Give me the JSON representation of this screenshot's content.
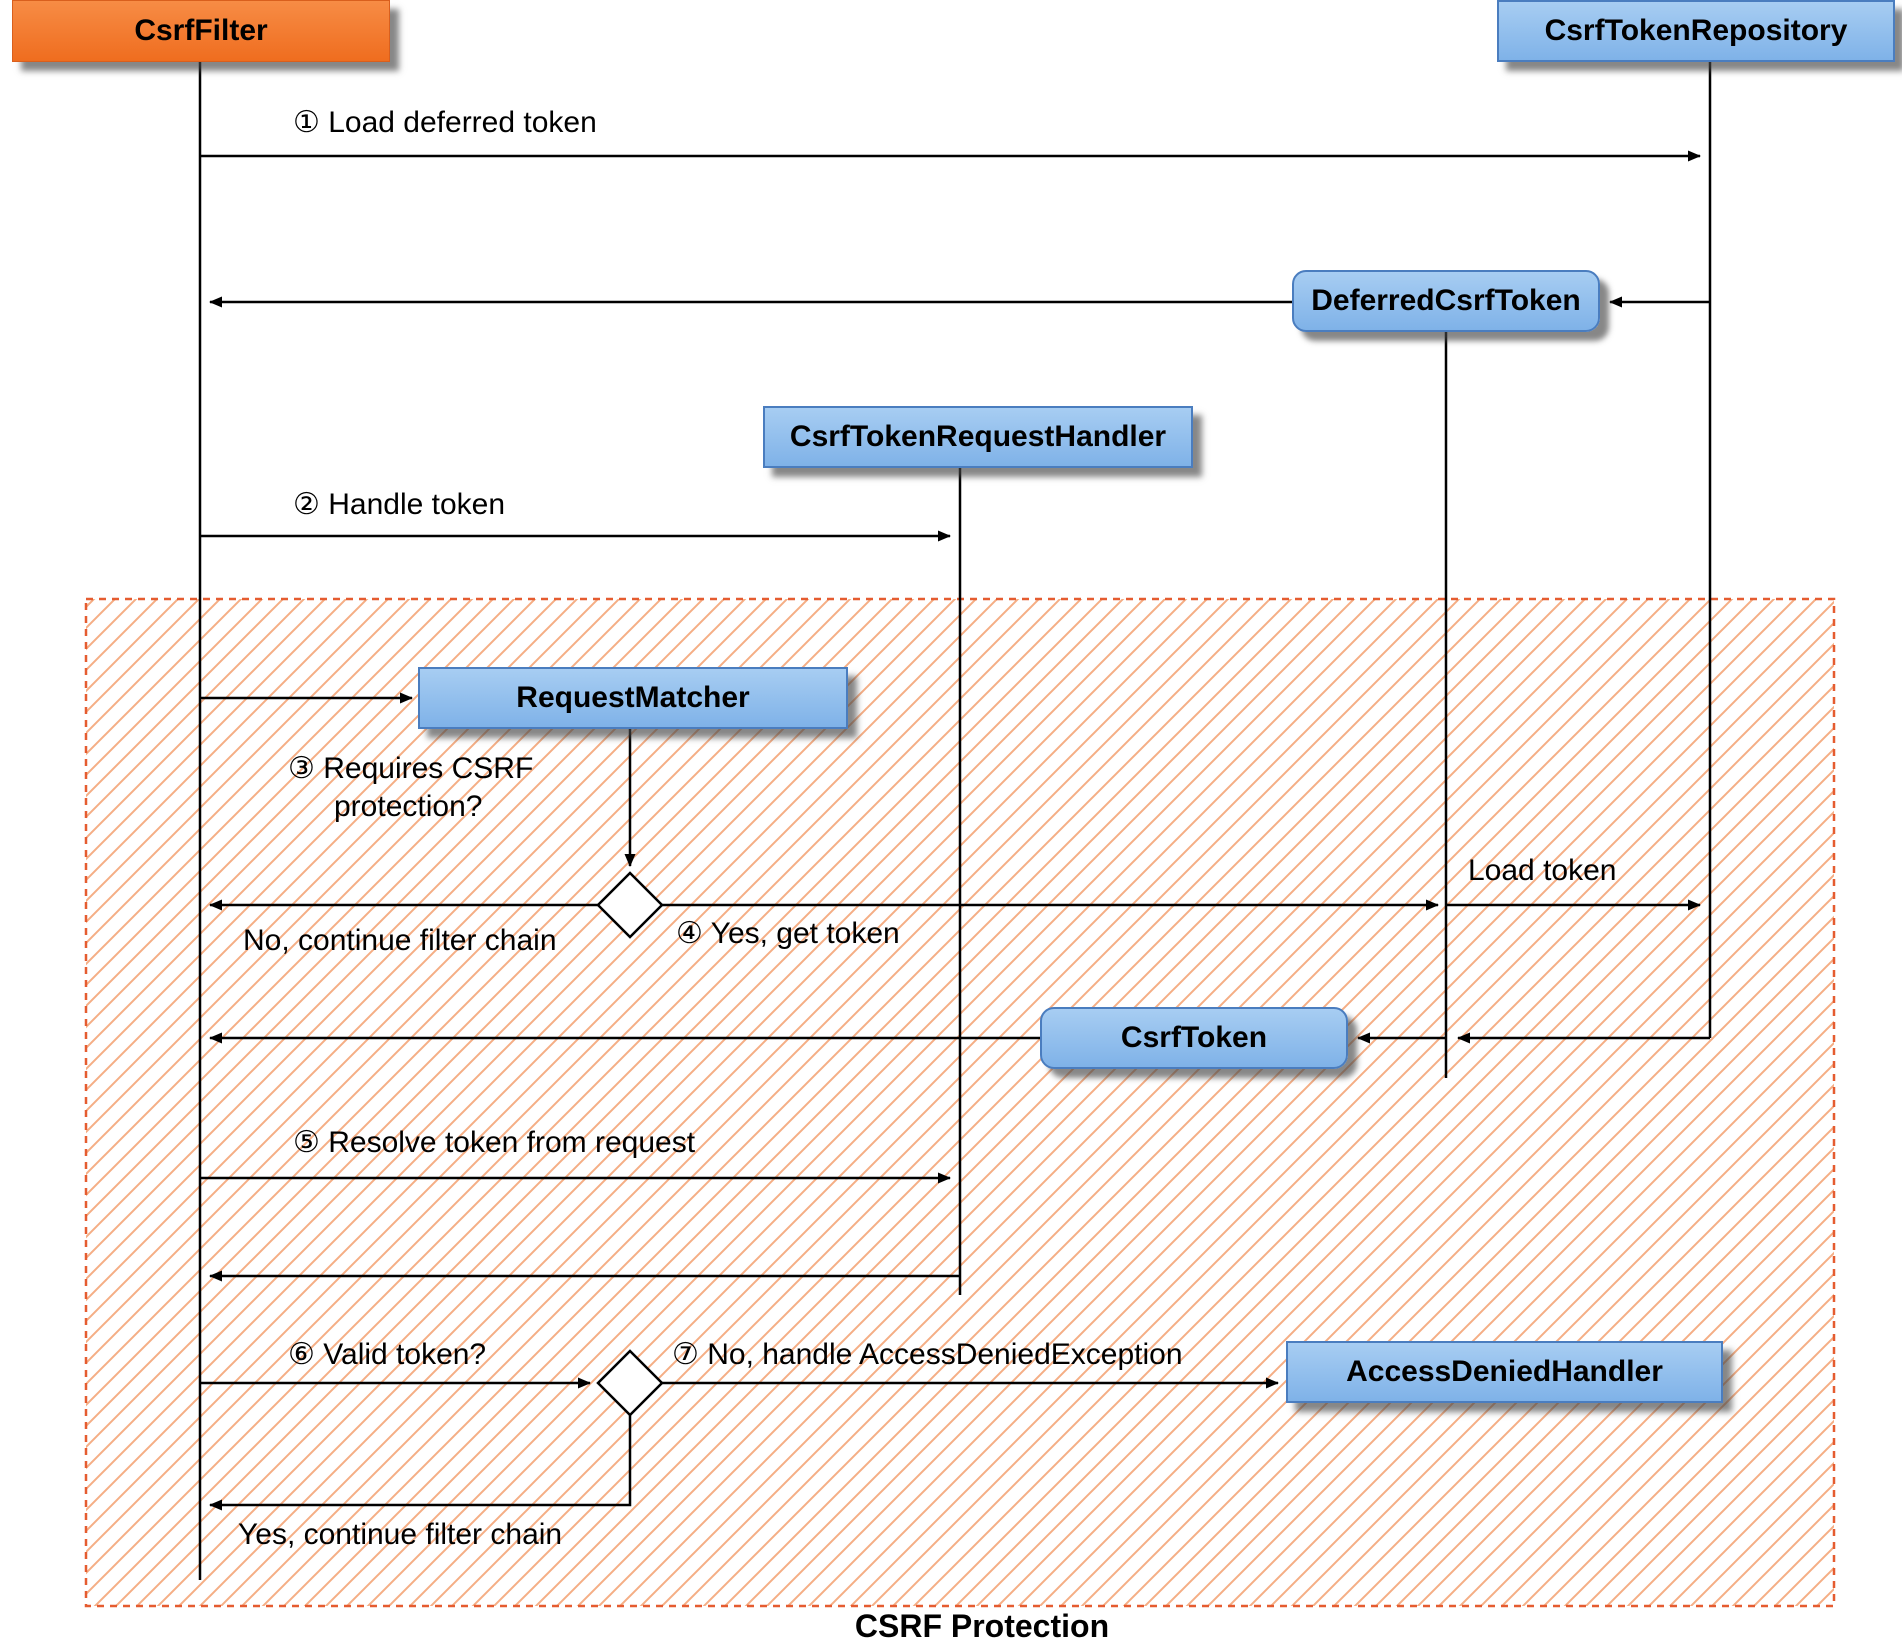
{
  "diagram": {
    "title": "CSRF Protection"
  },
  "actors": {
    "csrf_filter": {
      "label": "CsrfFilter"
    },
    "csrf_token_repository": {
      "label": "CsrfTokenRepository"
    }
  },
  "participants": {
    "deferred_csrf_token": {
      "label": "DeferredCsrfToken"
    },
    "csrf_token_request_handler": {
      "label": "CsrfTokenRequestHandler"
    },
    "request_matcher": {
      "label": "RequestMatcher"
    },
    "csrf_token": {
      "label": "CsrfToken"
    },
    "access_denied_handler": {
      "label": "AccessDeniedHandler"
    }
  },
  "messages": {
    "m1": "① Load deferred token",
    "m2": "② Handle token",
    "m3_line1": "③ Requires CSRF",
    "m3_line2": "protection?",
    "m3_no": "No, continue filter chain",
    "m4": "④ Yes, get token",
    "load_token": "Load token",
    "m5": "⑤ Resolve token from request",
    "m6": "⑥ Valid token?",
    "m7": "⑦ No, handle AccessDeniedException",
    "m6_yes": "Yes, continue filter chain"
  },
  "colors": {
    "actor_orange": "#F2762E",
    "box_blue": "#85B9E9",
    "box_border": "#4A7DBF",
    "hatch_line": "#F5AE85",
    "hatch_border": "#E55C30",
    "wire": "#000000"
  }
}
